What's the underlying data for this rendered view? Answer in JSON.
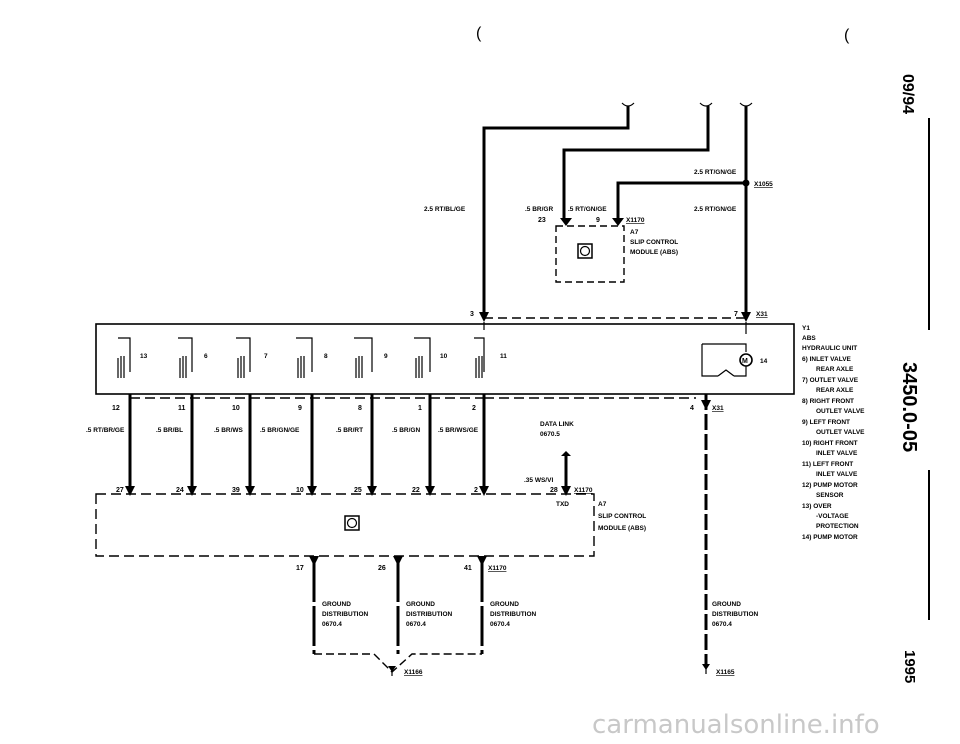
{
  "top_marks": [
    "(",
    "("
  ],
  "wires": {
    "w_rt_bl_ge": "2.5 RT/BL/GE",
    "w_br_gr": ".5 BR/GR",
    "w_rt_gn_ge_small": ".5 RT/GN/GE",
    "w_rt_gn_ge_a": "2.5 RT/GN/GE",
    "w_rt_gn_ge_b": "2.5 RT/GN/GE",
    "w_ws_vi": ".35 WS/VI"
  },
  "connectors": {
    "x1055": "X1055",
    "x1170_top": "X1170",
    "x31_top": "X31",
    "x31_right": "X31",
    "x1170_mid": "X1170",
    "x1170_bottom": "X1170",
    "x1166": "X1166",
    "x1165": "X1165"
  },
  "top_module": {
    "pin_left": "23",
    "pin_right": "9",
    "id": "A7",
    "name_line1": "SLIP CONTROL",
    "name_line2": "MODULE (ABS)"
  },
  "main_module": {
    "id": "A7",
    "name_line1": "SLIP CONTROL",
    "name_line2": "MODULE (ABS)",
    "txd": "TXD"
  },
  "hydraulic_pins": {
    "top_left": "3",
    "top_right": "7",
    "p13": "13",
    "p6": "6",
    "p7": "7",
    "p8": "8",
    "p9": "9",
    "p10": "10",
    "p11": "11",
    "p14": "14",
    "right_bottom": "4"
  },
  "bottom_pins_top": [
    "12",
    "11",
    "10",
    "9",
    "8",
    "1",
    "2"
  ],
  "bottom_wires": [
    ".5 RT/BR/GE",
    ".5 BR/BL",
    ".5 BR/WS",
    ".5 BR/GN/GE",
    ".5 BR/RT",
    ".5 BR/GN",
    ".5 BR/WS/GE"
  ],
  "bottom_pins_module": [
    "27",
    "24",
    "39",
    "10",
    "25",
    "22",
    "2"
  ],
  "data_link": {
    "line1": "DATA LINK",
    "line2": "0670.5",
    "pin": "28"
  },
  "ground_pins": [
    "17",
    "26",
    "41"
  ],
  "ground_dist": {
    "line1": "GROUND",
    "line2": "DISTRIBUTION",
    "line3": "0670.4"
  },
  "legend": {
    "l1": "Y1",
    "l2": "ABS",
    "l3": "HYDRAULIC UNIT",
    "l4": "6)  INLET VALVE",
    "l5": "REAR AXLE",
    "l6": "7)  OUTLET VALVE",
    "l7": "REAR AXLE",
    "l8": "8)  RIGHT FRONT",
    "l9": "OUTLET VALVE",
    "l10": "9)  LEFT FRONT",
    "l11": "OUTLET VALVE",
    "l12": "10) RIGHT FRONT",
    "l13": "INLET VALVE",
    "l14": "11) LEFT FRONT",
    "l15": "INLET VALVE",
    "l16": "12) PUMP MOTOR",
    "l17": "SENSOR",
    "l18": "13) OVER",
    "l19": "-VOLTAGE",
    "l20": "PROTECTION",
    "l21": "14) PUMP MOTOR"
  },
  "side": {
    "date": "09/94",
    "code": "3450.0-05",
    "year": "1995"
  },
  "watermark": "carmanualsonline.info"
}
